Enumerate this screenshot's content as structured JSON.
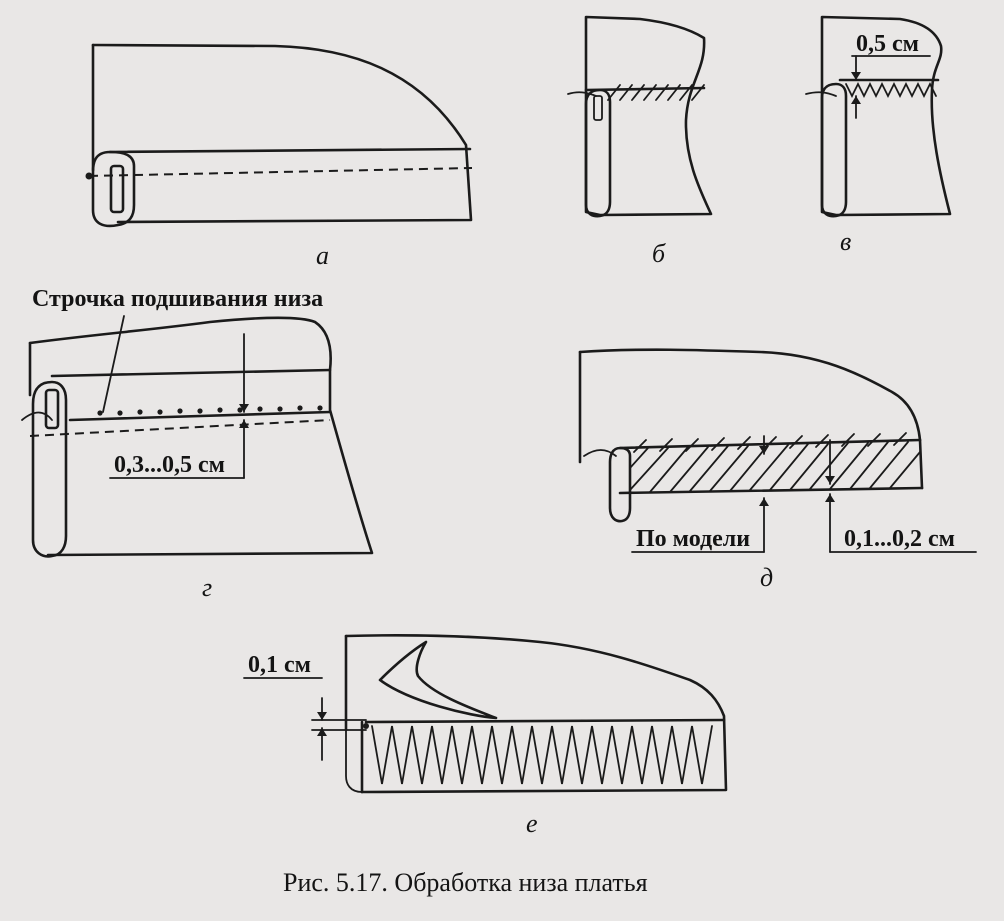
{
  "figure": {
    "caption": "Рис. 5.17. Обработка низа платья",
    "panel_letters": [
      "а",
      "б",
      "в",
      "г",
      "д",
      "е"
    ],
    "callouts": {
      "v_width": "0,5 см",
      "g_title": "Строчка подшивания низа",
      "g_width": "0,3...0,5 см",
      "d_model": "По модели",
      "d_width": "0,1...0,2 см",
      "e_width": "0,1 см"
    }
  },
  "colors": {
    "paper": "#e9e7e6",
    "ink": "#1b1b1b"
  }
}
